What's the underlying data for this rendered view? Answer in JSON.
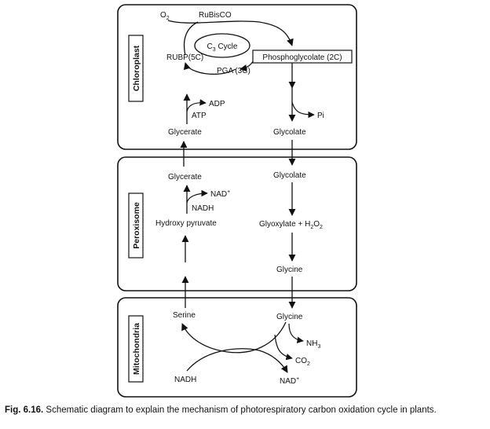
{
  "compartments": {
    "chloroplast": "Chloroplast",
    "peroxisome": "Peroxisome",
    "mitochondria": "Mitochondria"
  },
  "chloroplast": {
    "o2": "O",
    "o2_sub": "2",
    "rubisco": "RuBisCO",
    "c3_cycle_c": "C",
    "c3_cycle_sub": "3",
    "c3_cycle_rest": " Cycle",
    "rubp": "RUBP(5C)",
    "pga": "PGA (3C)",
    "phosphoglycolate": "Phosphoglycolate (2C)",
    "adp": "ADP",
    "atp": "ATP",
    "pi": "Pi",
    "glycerate": "Glycerate",
    "glycolate": "Glycolate"
  },
  "peroxisome": {
    "glycerate": "Glycerate",
    "nad_plus": "NAD",
    "nad_plus_sup": "+",
    "nadh": "NADH",
    "hydroxy_pyruvate": "Hydroxy pyruvate",
    "glycolate": "Glycolate",
    "glyoxylate_a": "Glyoxylate + H",
    "glyoxylate_sub1": "2",
    "glyoxylate_b": "O",
    "glyoxylate_sub2": "2",
    "glycine": "Glycine"
  },
  "mitochondria": {
    "serine": "Serine",
    "glycine": "Glycine",
    "nh3_a": "NH",
    "nh3_sub": "3",
    "co2_a": "CO",
    "co2_sub": "2",
    "nadh": "NADH",
    "nad_plus": "NAD",
    "nad_plus_sup": "+"
  },
  "caption": {
    "label": "Fig. 6.16.",
    "text": "Schematic diagram to explain the mechanism of photorespiratory carbon oxidation cycle in plants."
  }
}
